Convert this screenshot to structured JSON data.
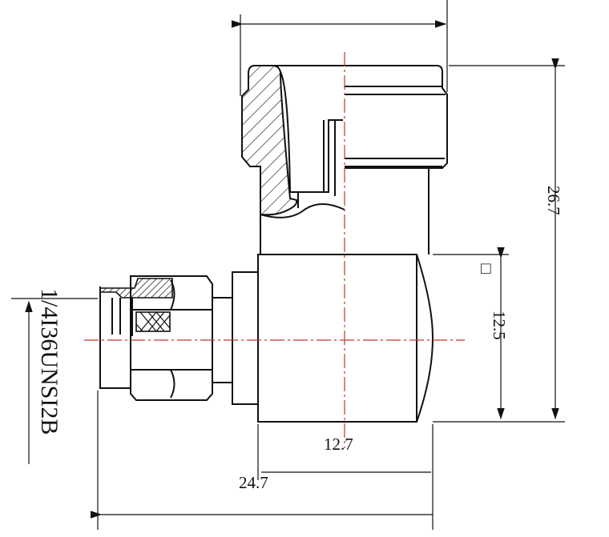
{
  "drawing": {
    "title": "Right-angle coaxial connector dimension drawing",
    "dimensions": {
      "overall_height": "26.7",
      "square_symbol": "□",
      "body_square": "12.5",
      "body_width": "12.7",
      "center_to_face": "24.7"
    },
    "thread_spec": "1/4I36UNSI2B",
    "colors": {
      "lines": "#111111",
      "centerline": "#c0392b"
    }
  }
}
